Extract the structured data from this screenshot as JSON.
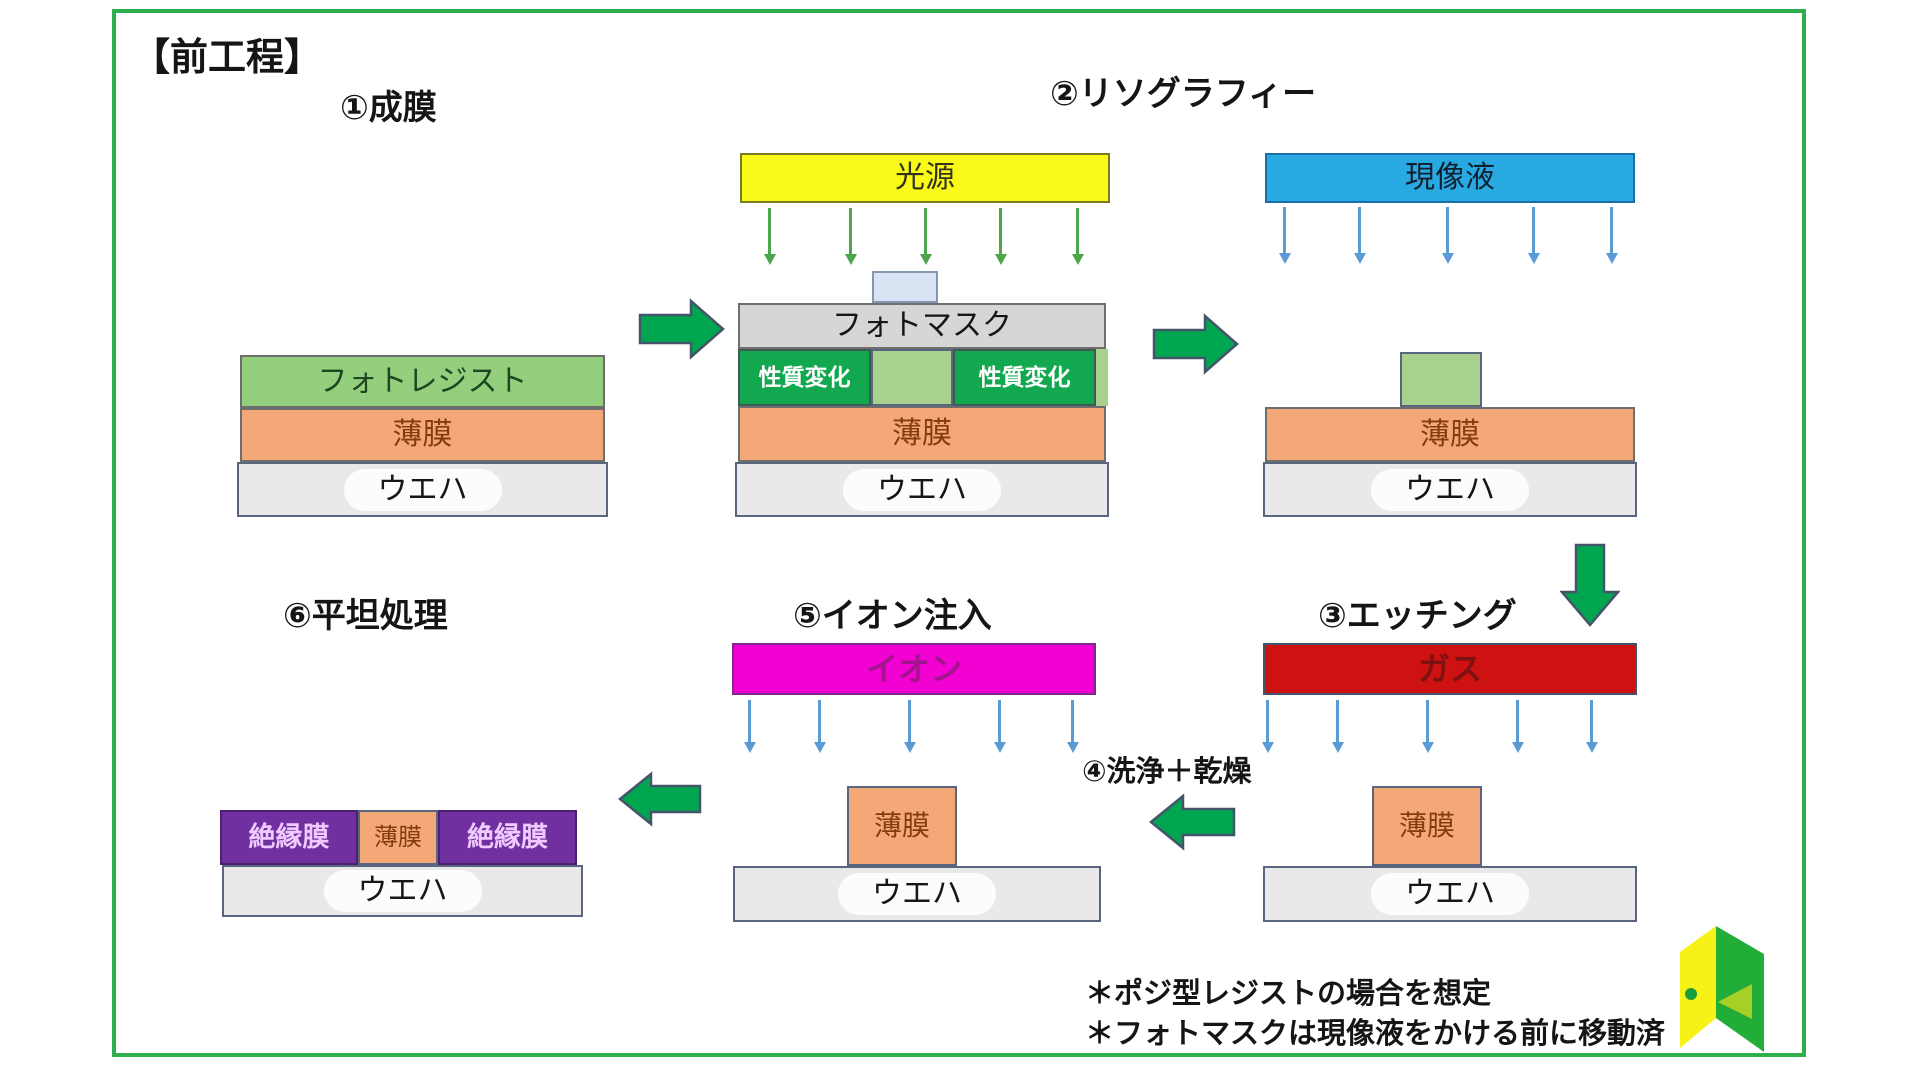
{
  "title": "【前工程】",
  "steps": {
    "s1": "①成膜",
    "s2": "②リソグラフィー",
    "s3": "③エッチング",
    "s4": "④洗浄＋乾燥",
    "s5": "⑤イオン注入",
    "s6": "⑥平坦処理"
  },
  "labels": {
    "light_source": "光源",
    "developer": "現像液",
    "photomask": "フォトマスク",
    "photoresist": "フォトレジスト",
    "property_change": "性質変化",
    "thin_film": "薄膜",
    "wafer": "ウエハ",
    "ion": "イオン",
    "gas": "ガス",
    "insulating_film": "絶縁膜"
  },
  "notes": {
    "note1": "＊ポジ型レジストの場合を想定",
    "note2": "＊フォトマスクは現像液をかける前に移動済"
  },
  "colors": {
    "frame": "#2FAE4D",
    "yellow": "#FAFA19",
    "devBlue": "#29A9E1",
    "mask": "#D6D6D6",
    "tab": "#DAE3F3",
    "resistGreen": "#94CF7E",
    "unexposed": "#A9D18E",
    "propGreen": "#12A850",
    "film": "#F5A877",
    "wafer": "#E9E9E9",
    "waferBorder": "#5A657F",
    "magenta": "#F202D2",
    "ionText": "#A3138D",
    "gasRed": "#CE1111",
    "gasText": "#7E1111",
    "purple": "#7030A0",
    "rayGreen": "#4CA64C",
    "rayBlue": "#5B9BD5",
    "arrowGreen": "#00A64F",
    "arrowStroke": "#44546A",
    "logoGreen": "#22AC38",
    "logoYellow": "#F7F215",
    "logoLime": "#A8CF26",
    "logoKnob": "#1B9E3C"
  }
}
